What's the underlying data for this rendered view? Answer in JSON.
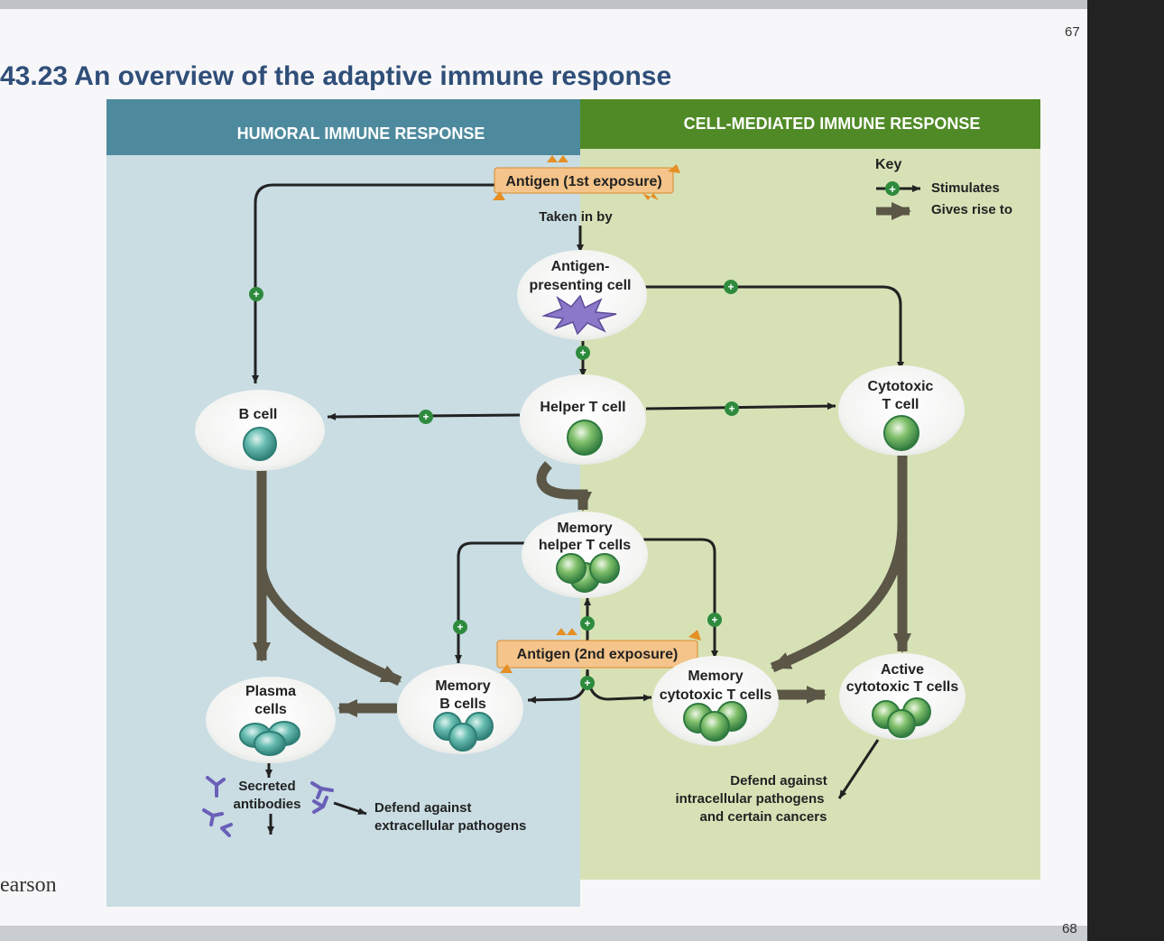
{
  "page_numbers": {
    "top": "67",
    "bottom": "68"
  },
  "figure_title": "43.23 An overview of the adaptive immune response",
  "footer_text": "earson",
  "headers": {
    "humoral": "HUMORAL IMMUNE RESPONSE",
    "cell_mediated": "CELL-MEDIATED IMMUNE RESPONSE"
  },
  "key": {
    "title": "Key",
    "stimulates": "Stimulates",
    "gives_rise": "Gives rise to"
  },
  "labels": {
    "antigen1": "Antigen (1st exposure)",
    "taken_in_by": "Taken in by",
    "apc_line1": "Antigen-",
    "apc_line2": "presenting cell",
    "helper_t": "Helper T cell",
    "b_cell": "B cell",
    "cytotoxic_line1": "Cytotoxic",
    "cytotoxic_line2": "T cell",
    "mem_helper_line1": "Memory",
    "mem_helper_line2": "helper T cells",
    "antigen2": "Antigen (2nd exposure)",
    "plasma_line1": "Plasma",
    "plasma_line2": "cells",
    "mem_b_line1": "Memory",
    "mem_b_line2": "B cells",
    "mem_cyto_line1": "Memory",
    "mem_cyto_line2": "cytotoxic T cells",
    "active_line1": "Active",
    "active_line2": "cytotoxic T cells",
    "secreted_line1": "Secreted",
    "secreted_line2": "antibodies",
    "defend_ext_line1": "Defend against",
    "defend_ext_line2": "extracellular pathogens",
    "defend_int_line1": "Defend against",
    "defend_int_line2": "intracellular pathogens",
    "defend_int_line3": "and certain cancers"
  },
  "colors": {
    "humoral_header": "#4e8a9e",
    "cell_header": "#4f8a26",
    "humoral_bg": "#c9dde3",
    "cell_bg": "#d7e1b6",
    "antigen_box": "#f4c48a",
    "stimulate_plus": "#2e8b3e",
    "gives_rise_arrow": "#5b5646",
    "cell_fill": "#4aa59a"
  }
}
